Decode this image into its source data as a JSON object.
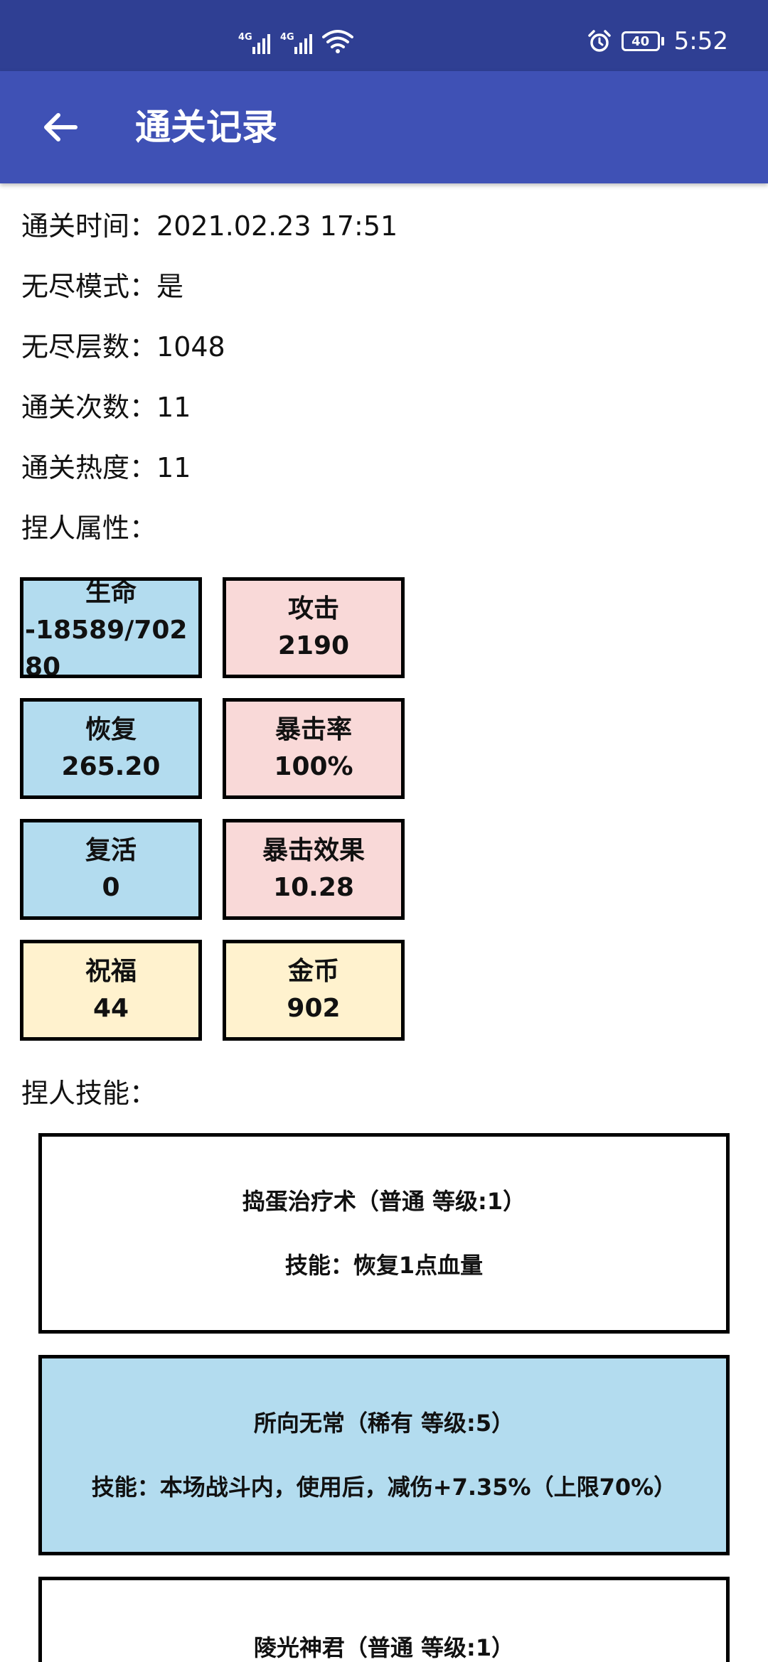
{
  "status_bar": {
    "signal1_label": "4G",
    "signal2_label": "4G",
    "battery": "40",
    "time": "5:52"
  },
  "app_bar": {
    "title": "通关记录"
  },
  "info": [
    {
      "label": "通关时间：",
      "value": "2021.02.23 17:51"
    },
    {
      "label": "无尽模式：",
      "value": "是"
    },
    {
      "label": "无尽层数：",
      "value": "1048"
    },
    {
      "label": "通关次数：",
      "value": "11"
    },
    {
      "label": "通关热度：",
      "value": "11"
    }
  ],
  "attributes_label": "捏人属性：",
  "stats": [
    {
      "name": "生命",
      "value": "-18589/70280",
      "color": "#b3dcef"
    },
    {
      "name": "攻击",
      "value": "2190",
      "color": "#f9d9d8"
    },
    {
      "name": "恢复",
      "value": "265.20",
      "color": "#b3dcef"
    },
    {
      "name": "暴击率",
      "value": "100%",
      "color": "#f9d9d8"
    },
    {
      "name": "复活",
      "value": "0",
      "color": "#b3dcef"
    },
    {
      "name": "暴击效果",
      "value": "10.28",
      "color": "#f9d9d8"
    },
    {
      "name": "祝福",
      "value": "44",
      "color": "#fff2ce"
    },
    {
      "name": "金币",
      "value": "902",
      "color": "#fff2ce"
    }
  ],
  "skills_label": "捏人技能：",
  "skills": [
    {
      "name": "捣蛋治疗术（普通 等级:1）",
      "desc": "技能：恢复1点血量",
      "color": "#ffffff"
    },
    {
      "name": "所向无常（稀有 等级:5）",
      "desc": "技能：本场战斗内，使用后，减伤+7.35%（上限70%）",
      "color": "#b3dcef"
    },
    {
      "name": "陵光神君（普通 等级:1）",
      "desc": "",
      "color": "#ffffff"
    }
  ]
}
